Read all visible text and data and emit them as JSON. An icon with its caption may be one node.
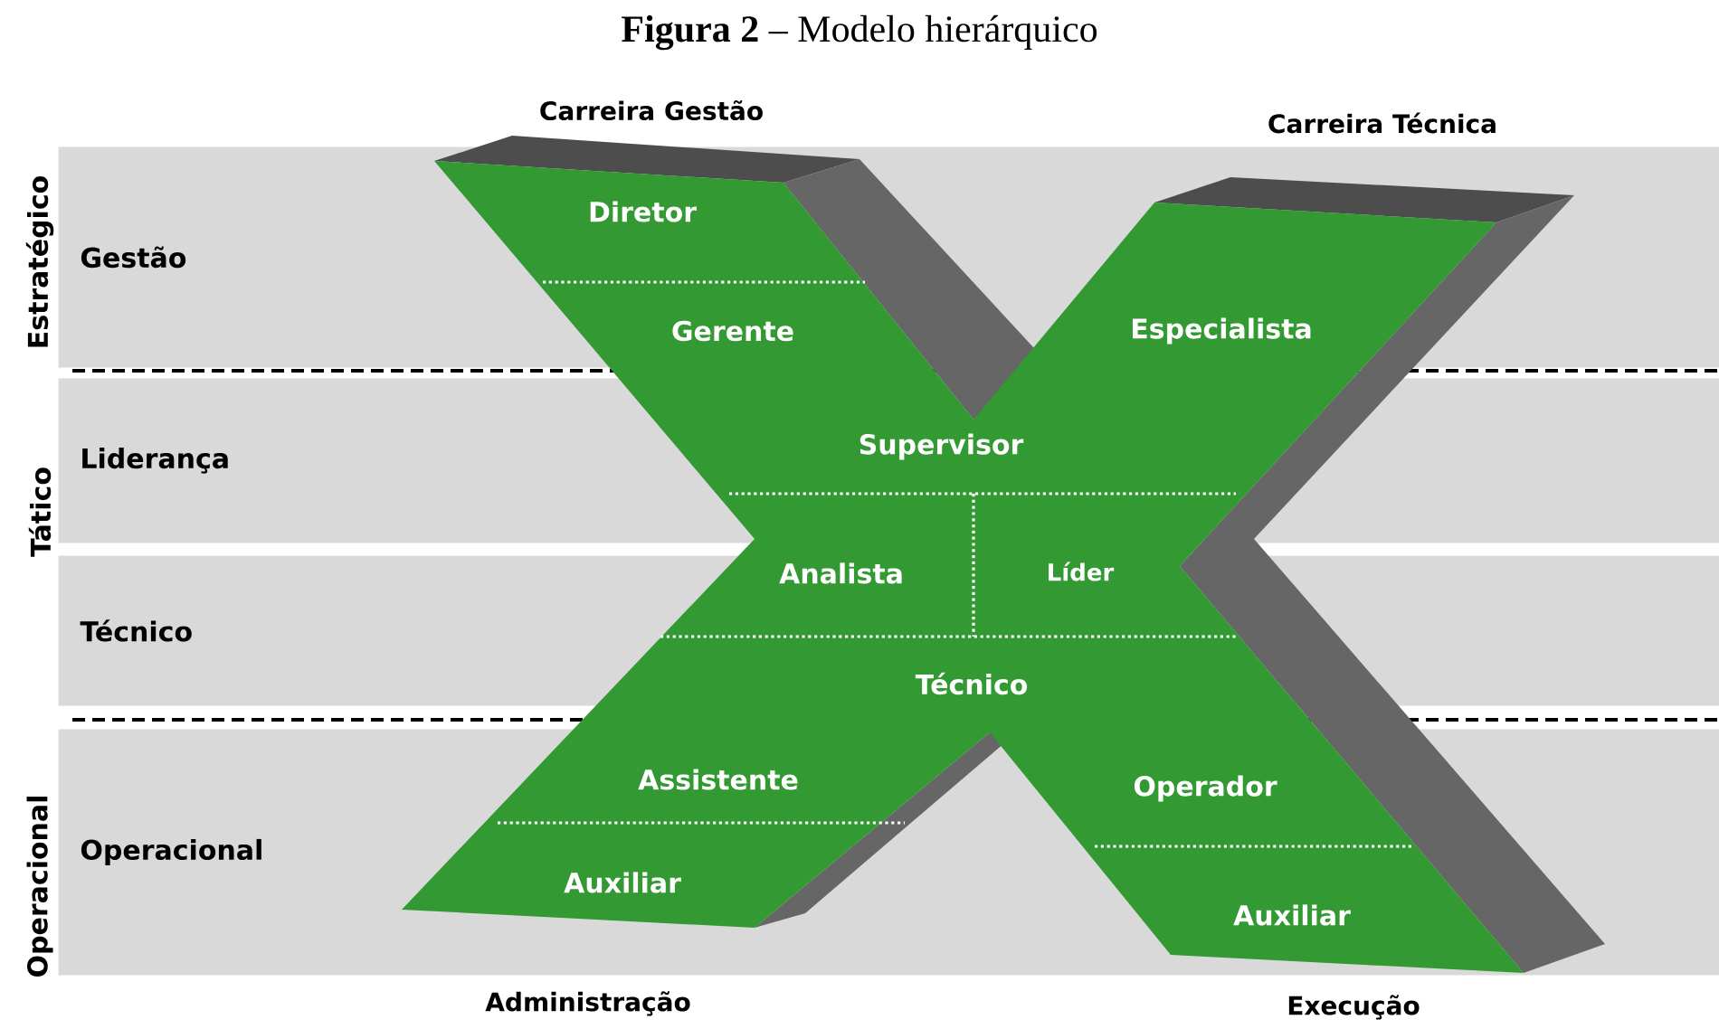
{
  "diagram": {
    "title": "**Figura 2** – Modelo hierárquico",
    "nodes": [
      {
        "text": [
          "Gestão"
        ]
      },
      {
        "text": [
          "Liderança"
        ]
      },
      {
        "text": [
          "Técnico"
        ]
      },
      {
        "text": [
          "Operacional"
        ]
      }
    ],
    "labels": [
      "Carreira Gestão",
      "Carreira Técnica",
      "Estratégico",
      "Diretor",
      "Gerente",
      "Especialista",
      "Tático",
      "Supervisor",
      "Analista",
      "Líder",
      "Técnico",
      "Operacional",
      "Assistente",
      "Operador",
      "Auxiliar",
      "Auxiliar",
      "Administração",
      "Execução"
    ]
  }
}
